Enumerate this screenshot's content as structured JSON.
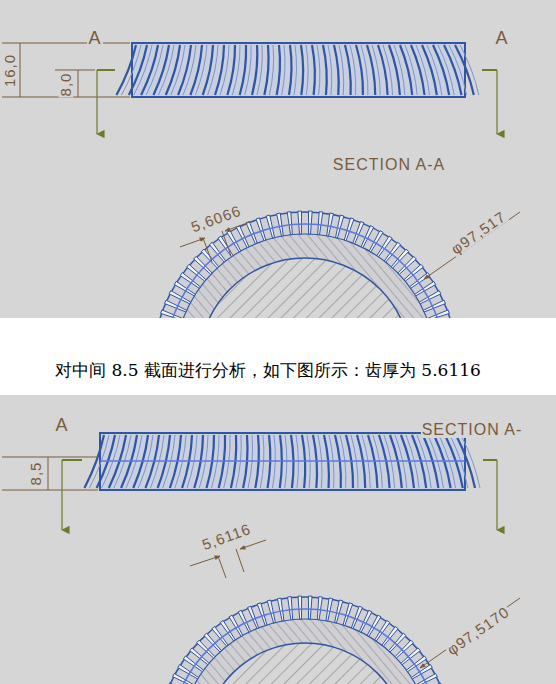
{
  "diagram": {
    "labels": [
      "16,0",
      "8,0",
      "A",
      "A",
      "SECTION A-A",
      "5,6066",
      "φ97,517",
      "对中间 8.5 截面进行分析，如下图所示：齿厚为 5.6116",
      "A",
      "8,5",
      "SECTION A-",
      "5,6116",
      "φ97,5170"
    ]
  }
}
